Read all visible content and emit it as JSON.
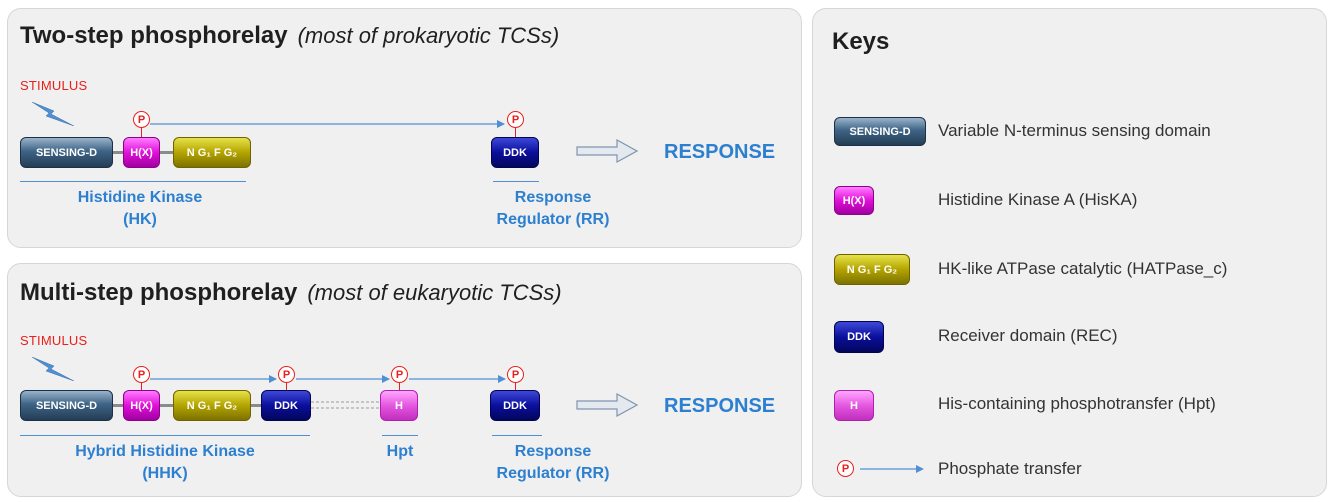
{
  "top": {
    "title": "Two-step phosphorelay",
    "subtitle": "(most of prokaryotic TCSs)",
    "stimulus": "STIMULUS",
    "domains": {
      "sensing": "SENSING-D",
      "hx": "H(X)",
      "atp": "N G₁ F G₂",
      "ddk": "DDK"
    },
    "phospho": "P",
    "hk_label": [
      "Histidine Kinase",
      "(HK)"
    ],
    "rr_label": [
      "Response",
      "Regulator (RR)"
    ],
    "response": "RESPONSE"
  },
  "bottom": {
    "title": "Multi-step phosphorelay",
    "subtitle": "(most of eukaryotic TCSs)",
    "stimulus": "STIMULUS",
    "domains": {
      "sensing": "SENSING-D",
      "hx": "H(X)",
      "atp": "N G₁ F G₂",
      "ddk": "DDK",
      "hpt": "H",
      "ddk2": "DDK"
    },
    "phospho": "P",
    "hhk_label": [
      "Hybrid Histidine Kinase",
      "(HHK)"
    ],
    "hpt_label": "Hpt",
    "rr_label": [
      "Response",
      "Regulator (RR)"
    ],
    "response": "RESPONSE"
  },
  "keys": {
    "title": "Keys",
    "items": [
      {
        "icon": "SENSING-D",
        "text": "Variable N-terminus sensing domain"
      },
      {
        "icon": "H(X)",
        "text": "Histidine Kinase A (HisKA)"
      },
      {
        "icon": "N G₁ F G₂",
        "text": "HK-like ATPase catalytic (HATPase_c)"
      },
      {
        "icon": "DDK",
        "text": "Receiver domain (REC)"
      },
      {
        "icon": "H",
        "text": "His-containing phosphotransfer (Hpt)"
      },
      {
        "icon": "P",
        "text": "Phosphate transfer"
      }
    ]
  },
  "colors": {
    "accent_blue": "#2d7fd0",
    "stimulus_red": "#e8201c",
    "arrow_blue": "#4f8fd4",
    "panel_bg": "#f0f0f0"
  }
}
